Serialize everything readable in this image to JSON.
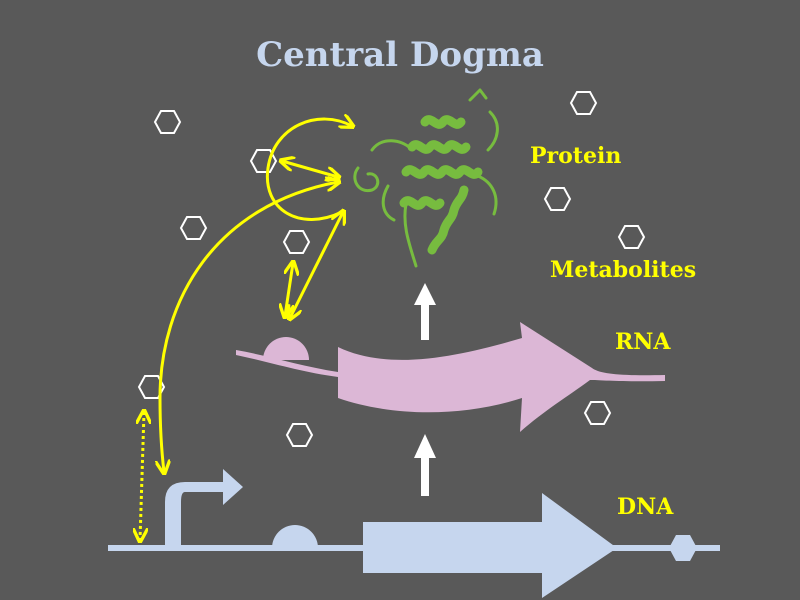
{
  "diagram": {
    "title": "Central Dogma",
    "labels": {
      "protein": "Protein",
      "metabolites": "Metabolites",
      "rna": "RNA",
      "dna": "DNA"
    }
  },
  "colors": {
    "background": "#595959",
    "title": "#c6d6ee",
    "label": "#ffff00",
    "dna": "#c6d6ee",
    "rna": "#dcb7d6",
    "protein": "#77bc3f",
    "regulation_arrow": "#ffff00",
    "flow_arrow": "#ffffff",
    "metabolite": "#ffffff"
  },
  "icons": {
    "metabolite": "hexagon-icon",
    "protein": "protein-ribbon-icon",
    "promoter": "bent-arrow-icon"
  }
}
